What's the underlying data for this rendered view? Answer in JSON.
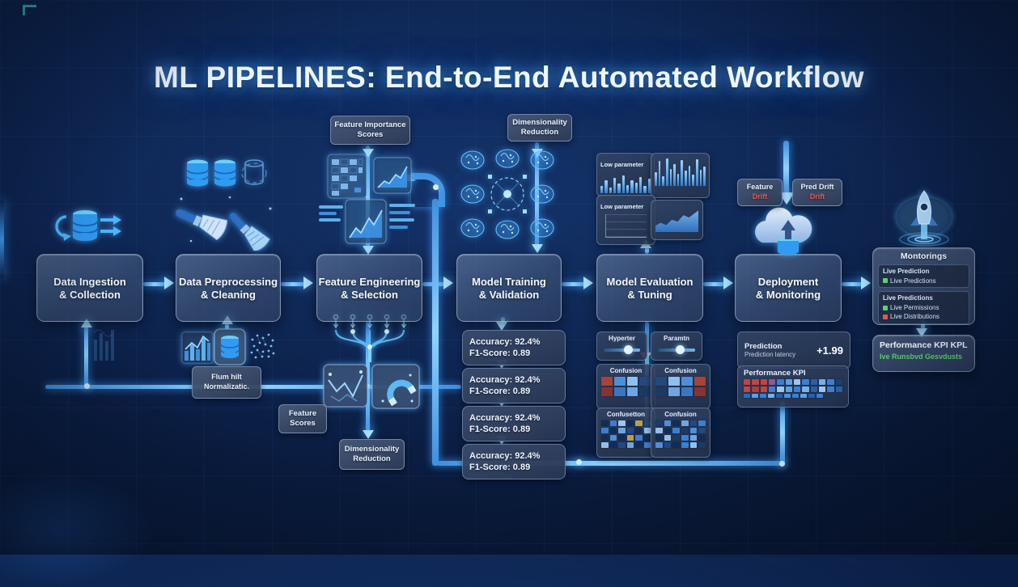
{
  "title": "ML PIPELINES: End-to-End Automated Workflow",
  "stages": [
    {
      "line1": "Data Ingestion",
      "line2": "& Collection"
    },
    {
      "line1": "Data Preprocessing",
      "line2": "& Cleaning"
    },
    {
      "line1": "Feature Engineering",
      "line2": "& Selection"
    },
    {
      "line1": "Model Training",
      "line2": "& Validation"
    },
    {
      "line1": "Model Evaluation",
      "line2": "& Tuning"
    },
    {
      "line1": "Deployment",
      "line2": "& Monitoring"
    }
  ],
  "callouts": {
    "feature_importance": {
      "line1": "Feature Importance",
      "line2": "Scores"
    },
    "dimensionality_top": {
      "line1": "Dimensionality",
      "line2": "Reduction"
    },
    "dimensionality_bottom": {
      "line1": "Dimensionality",
      "line2": "Reduction"
    },
    "feature_scores": {
      "line1": "Feature",
      "line2": "Scores"
    },
    "normalization": {
      "line1": "Flum hilt",
      "line2": "Normalizatic."
    }
  },
  "metrics": [
    {
      "accuracy": "Accuracy: 92.4%",
      "f1": "F1-Score: 0.89"
    },
    {
      "accuracy": "Accuracy: 92.4%",
      "f1": "F1-Score: 0.89"
    },
    {
      "accuracy": "Accuracy: 92.4%",
      "f1": "F1-Score: 0.89"
    },
    {
      "accuracy": "Accuracy: 92.4%",
      "f1": "F1-Score: 0.89"
    }
  ],
  "tuning": {
    "chart1_label": "Low parameter",
    "chart2_label": "Low parameter",
    "bars1": [
      35,
      60,
      28,
      72,
      45,
      85,
      40,
      62,
      50,
      78,
      36,
      68
    ],
    "bars2": [
      48,
      85,
      32,
      95,
      58,
      74,
      42,
      88,
      52,
      70,
      38,
      92,
      56,
      66
    ],
    "slider1_label": "Hyperter",
    "slider2_label": "Paramtn",
    "confusion_labels": [
      "Confusion",
      "Confusion",
      "Confusetton",
      "Confusion"
    ],
    "confusion_a": [
      "#a8423a",
      "#4e8fd9",
      "#8fc0ee",
      "#23497e",
      "#8a332e",
      "#3a76c4",
      "#6ea6e4",
      "#1b3a66"
    ],
    "confusion_b": [
      "#23497e",
      "#8fc0ee",
      "#4e8fd9",
      "#a8423a",
      "#1b3a66",
      "#6ea6e4",
      "#3a76c4",
      "#8a332e"
    ],
    "confusion_c": [
      "#142c54",
      "#3a7fd5",
      "#9fc4ee",
      "#142c54",
      "#b8a14d",
      "#23497e",
      "#3a7fd5",
      "#142c54",
      "#6ea6e4",
      "#23497e",
      "#142c54",
      "#8fc0ee",
      "#142c54",
      "#4e8fd9",
      "#142c54",
      "#b8a14d",
      "#3a7fd5",
      "#142c54",
      "#8fc0ee",
      "#142c54",
      "#23497e",
      "#6ea6e4",
      "#142c54",
      "#3a7fd5"
    ],
    "confusion_d": [
      "#1b3a66",
      "#4e8fd9",
      "#142c54",
      "#6ea6e4",
      "#23497e",
      "#3a7fd5",
      "#8fc0ee",
      "#142c54",
      "#3a7fd5",
      "#1b3a66",
      "#4e8fd9",
      "#23497e",
      "#142c54",
      "#8fc0ee",
      "#1b3a66",
      "#3a7fd5",
      "#6ea6e4",
      "#142c54",
      "#4e8fd9",
      "#23497e",
      "#142c54",
      "#3a7fd5",
      "#8fc0ee",
      "#1b3a66"
    ]
  },
  "drift": {
    "feature_title": "Feature",
    "feature_value": "Drift",
    "pred_title": "Pred Drift",
    "pred_value": "Drift"
  },
  "deployment_panels": {
    "prediction_title": "Prediction",
    "prediction_sub": "Prediction latency",
    "prediction_value": "+1.99",
    "kpi_title": "Performance KPI",
    "kpi_row1": [
      "#c14540",
      "#c14540",
      "#c14540",
      "#8a5a9e",
      "#3a7fd5",
      "#5f9fe0",
      "#9fc4ee",
      "#3a7fd5",
      "#2a5fa8",
      "#76b0e8",
      "#3a7fd5",
      "#1d3f72"
    ],
    "kpi_row2": [
      "#c14540",
      "#b13c38",
      "#c14540",
      "#3a7fd5",
      "#9fc4ee",
      "#5f9fe0",
      "#3a7fd5",
      "#76b0e8",
      "#2a5fa8",
      "#9fc4ee",
      "#3a7fd5",
      "#2a5fa8"
    ],
    "kpi_row3": [
      "#2f6ab8",
      "#5f9fe0",
      "#3a7fd5",
      "#76b0e8",
      "#2a5fa8",
      "#4e8fd9",
      "#3a7fd5",
      "#5f9fe0",
      "#2a5fa8",
      "#3a7fd5"
    ]
  },
  "monitor_panel": {
    "title": "Montorings",
    "row1_title": "Live Prediction",
    "row1_item": "Live Predictions",
    "row2_title": "Live Predictions",
    "row2_item1": "Live Permissions",
    "row2_item2": "Live Distributions"
  },
  "kpi_summary": {
    "title": "Performance KPI KPL",
    "subtitle": "Ive Runsbvd Gesvdusts"
  },
  "colors": {
    "accent": "#4db5ff",
    "status_green": "#5bd46c",
    "status_red": "#ef5350",
    "background": "#0a1d42"
  }
}
